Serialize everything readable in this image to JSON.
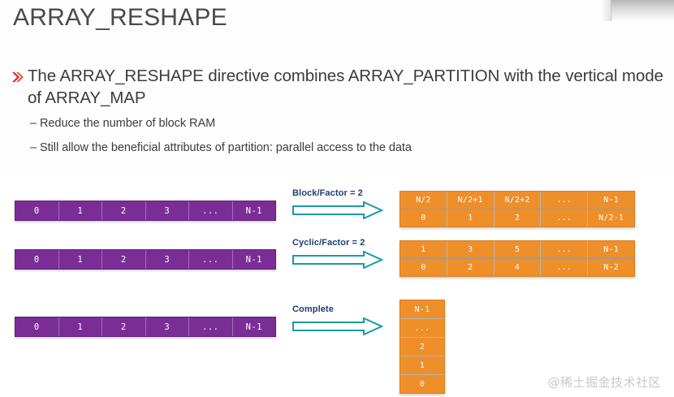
{
  "slide": {
    "title": "ARRAY_RESHAPE",
    "bullet_icon": "double-chevron-icon",
    "bullet_main": "The ARRAY_RESHAPE directive combines ARRAY_PARTITION with the vertical mode of ARRAY_MAP",
    "sub_bullets": [
      {
        "dash": "–",
        "text": "Reduce the number of block RAM"
      },
      {
        "dash": "–",
        "text": "Still allow the beneficial attributes of partition: parallel access to the data"
      }
    ],
    "watermark": "@稀土掘金技术社区"
  },
  "colors": {
    "title_text": "#4a4a4a",
    "body_text": "#3c3c3c",
    "bullet_marker": "#d8232a",
    "source_array": "#7b2d96",
    "result_array": "#ee8f2a",
    "label_blue": "#1f3c73",
    "arrow_teal": "#1b9aaa",
    "watermark": "#c9c9c9"
  },
  "diagram": {
    "source_arrays": [
      {
        "name": "source-array-block",
        "cells": [
          "0",
          "1",
          "2",
          "3",
          "...",
          "N-1"
        ]
      },
      {
        "name": "source-array-cyclic",
        "cells": [
          "0",
          "1",
          "2",
          "3",
          "...",
          "N-1"
        ]
      },
      {
        "name": "source-array-complete",
        "cells": [
          "0",
          "1",
          "2",
          "3",
          "...",
          "N-1"
        ]
      }
    ],
    "transforms": [
      {
        "name": "block",
        "label": "Block/Factor = 2",
        "arrow": "right-arrow-icon"
      },
      {
        "name": "cyclic",
        "label": "Cyclic/Factor = 2",
        "arrow": "right-arrow-icon"
      },
      {
        "name": "complete",
        "label": "Complete",
        "arrow": "right-arrow-icon"
      }
    ],
    "result_block": {
      "rows": [
        [
          "N/2",
          "N/2+1",
          "N/2+2",
          "...",
          "N-1"
        ],
        [
          "0",
          "1",
          "2",
          "...",
          "N/2-1"
        ]
      ]
    },
    "result_cyclic": {
      "rows": [
        [
          "1",
          "3",
          "5",
          "...",
          "N-1"
        ],
        [
          "0",
          "2",
          "4",
          "...",
          "N-2"
        ]
      ]
    },
    "result_complete": {
      "cells": [
        "N-1",
        "...",
        "2",
        "1",
        "0"
      ]
    }
  }
}
